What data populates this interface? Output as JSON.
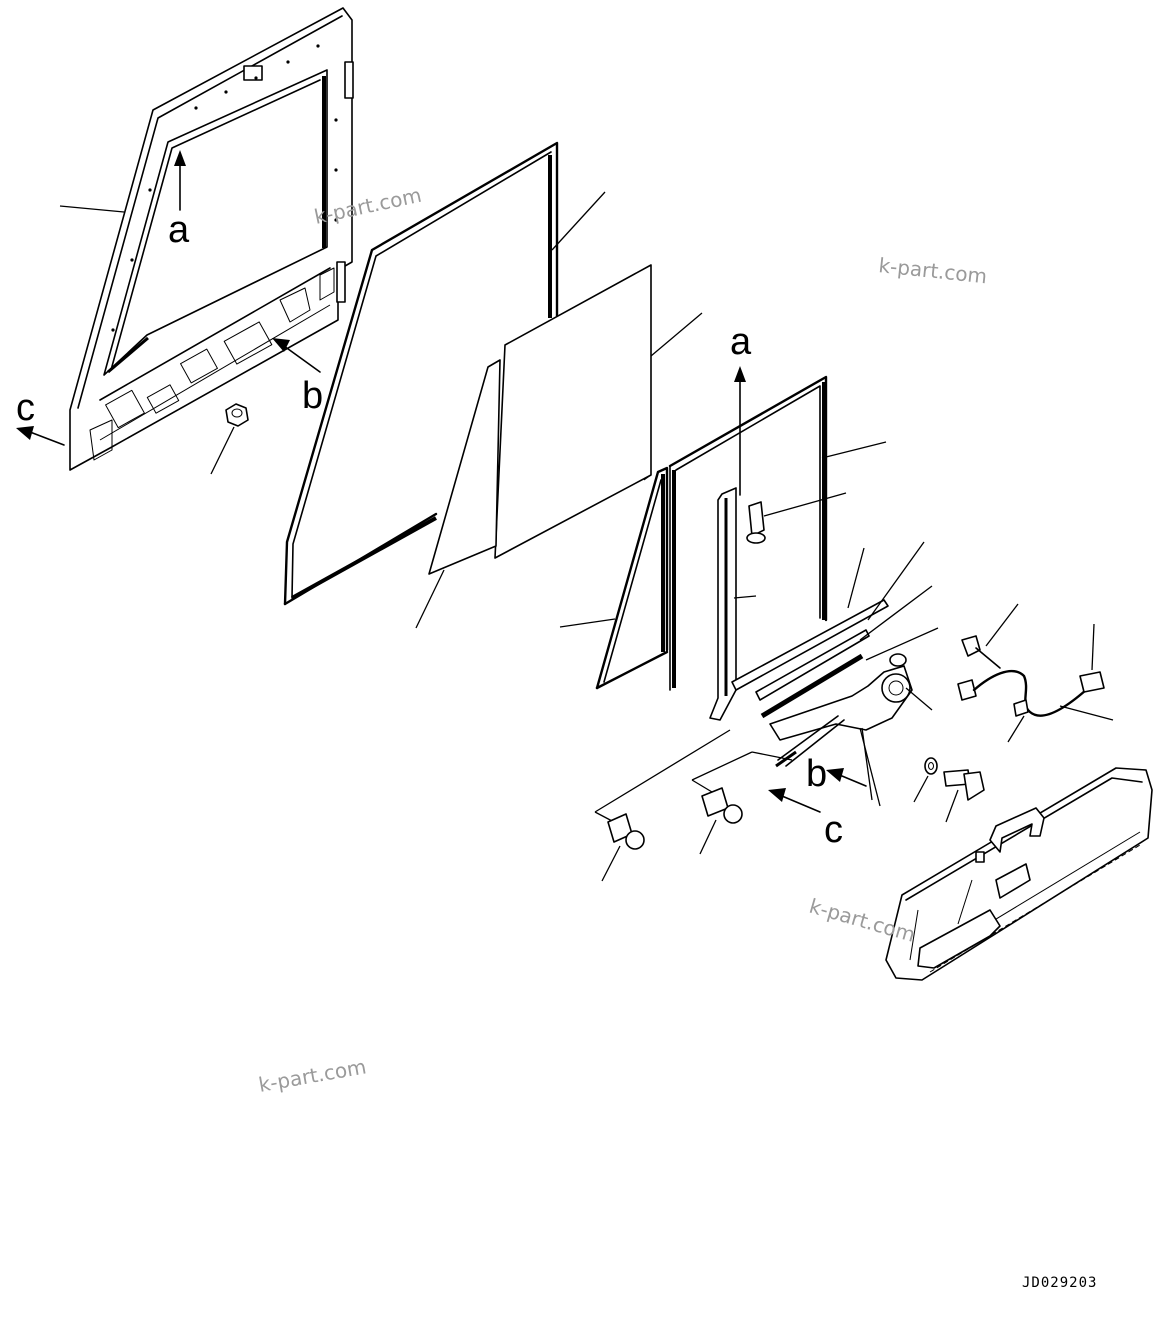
{
  "diagram": {
    "callout_labels": {
      "a_frame": "a",
      "a_rail": "a",
      "b_frame": "b",
      "b_regulator": "b",
      "c_frame": "c",
      "c_regulator": "c"
    },
    "watermarks": [
      "k-part.com",
      "k-part.com",
      "k-part.com",
      "k-part.com"
    ],
    "drawing_code": "JD029203"
  }
}
